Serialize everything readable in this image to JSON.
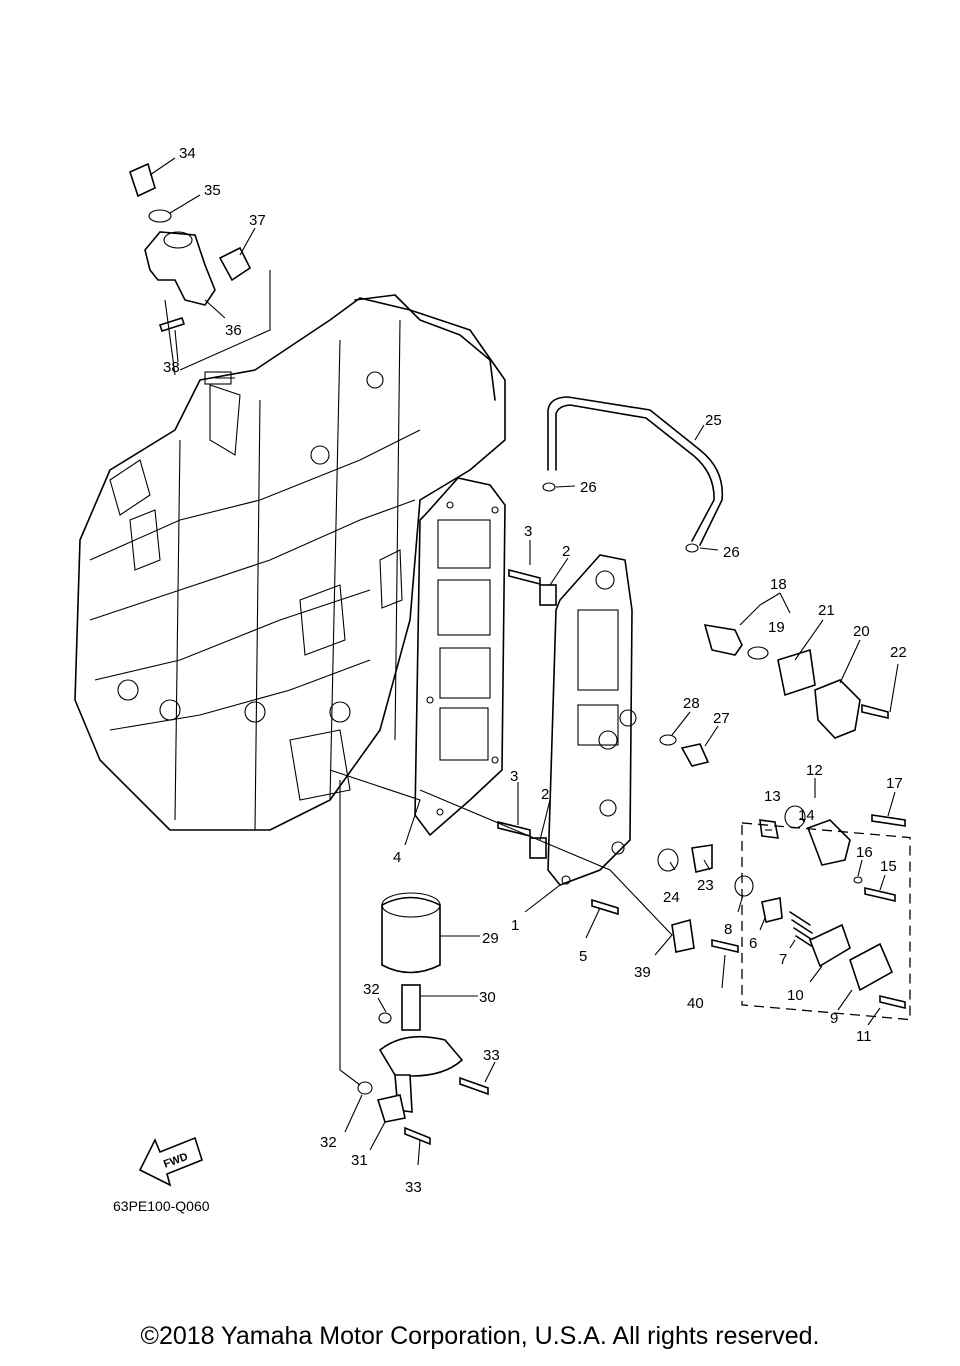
{
  "diagram": {
    "code": "63PE100-Q060",
    "fwd_label": "FWD",
    "copyright": "©2018 Yamaha Motor Corporation, U.S.A. All rights reserved.",
    "callouts": [
      "34",
      "35",
      "37",
      "36",
      "38",
      "25",
      "26",
      "26",
      "3",
      "2",
      "18",
      "19",
      "21",
      "20",
      "22",
      "28",
      "27",
      "12",
      "17",
      "3",
      "2",
      "13",
      "14",
      "16",
      "15",
      "4",
      "1",
      "5",
      "24",
      "23",
      "8",
      "6",
      "7",
      "10",
      "9",
      "11",
      "39",
      "40",
      "29",
      "30",
      "32",
      "33",
      "32",
      "31",
      "33"
    ]
  }
}
